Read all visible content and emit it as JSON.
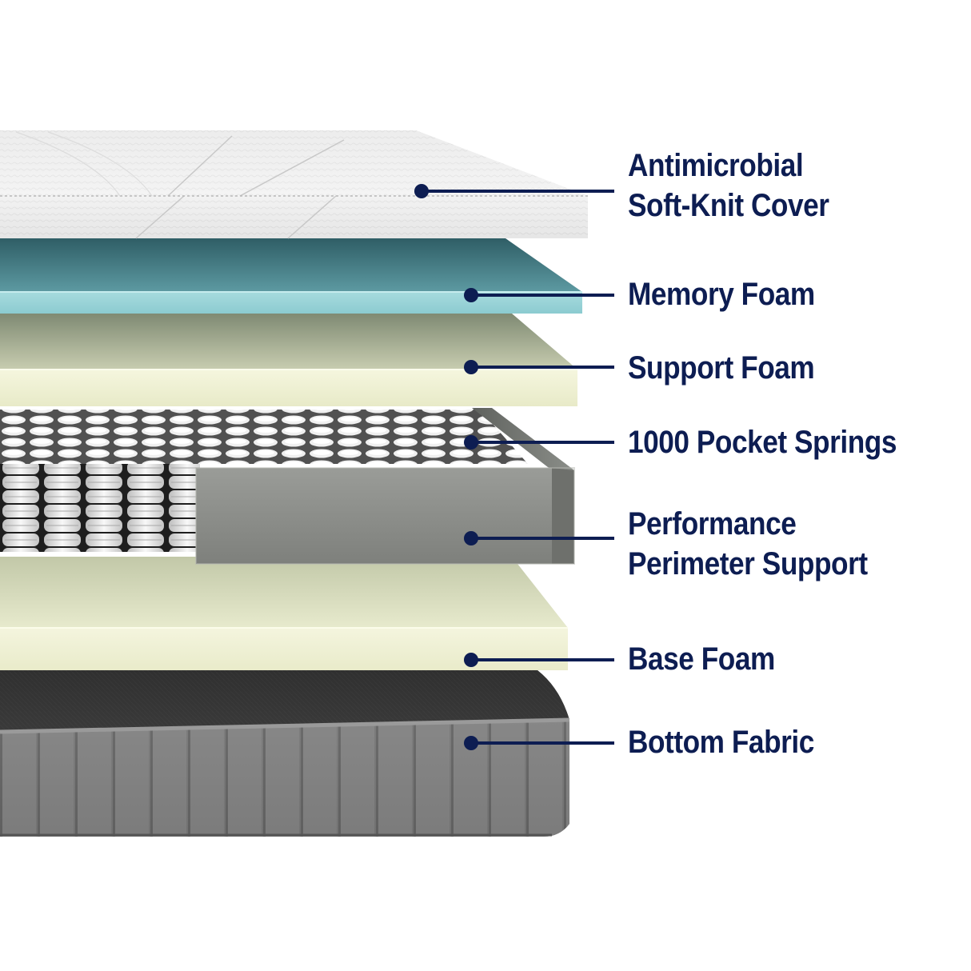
{
  "layers": [
    {
      "id": "cover",
      "lines": [
        "Antimicrobial",
        "Soft-Knit Cover"
      ]
    },
    {
      "id": "memory-foam",
      "lines": [
        "Memory Foam"
      ]
    },
    {
      "id": "support-foam",
      "lines": [
        "Support Foam"
      ]
    },
    {
      "id": "pocket-springs",
      "lines": [
        "1000 Pocket Springs"
      ]
    },
    {
      "id": "perimeter",
      "lines": [
        "Performance",
        "Perimeter Support"
      ]
    },
    {
      "id": "base-foam",
      "lines": [
        "Base Foam"
      ]
    },
    {
      "id": "bottom-fabric",
      "lines": [
        "Bottom Fabric"
      ]
    }
  ],
  "colors": {
    "label_text": "#0d1d52",
    "callout_line": "#0d1d52",
    "cover": "#f1f1f1",
    "memory_foam": "#9fd6d9",
    "support_foam": "#eef0d2",
    "springs": "#e6e6e6",
    "perimeter": "#8a8c88",
    "base_foam": "#f0f1d5",
    "bottom_fabric": "#6b6b6b"
  }
}
